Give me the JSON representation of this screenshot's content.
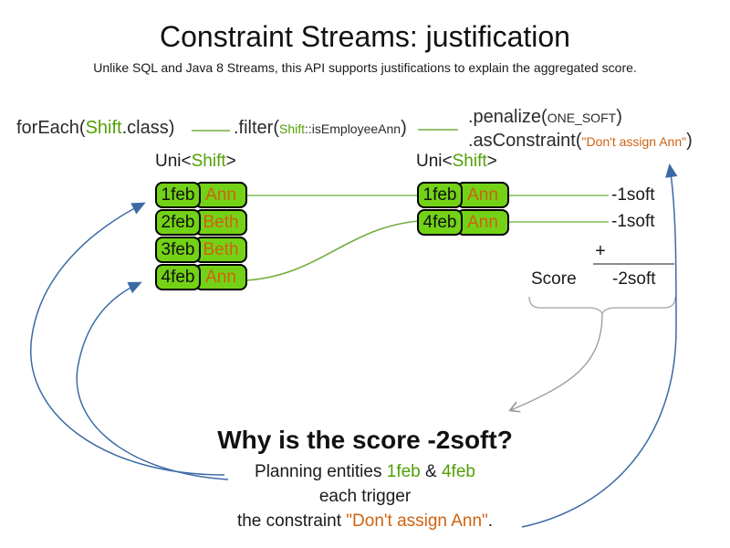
{
  "header": {
    "title": "Constraint Streams: justification",
    "subtitle": "Unlike SQL and Java 8 Streams, this API supports justifications to explain the aggregated score."
  },
  "code": {
    "foreach_prefix": "forEach(",
    "foreach_class": "Shift",
    "foreach_suffix": ".class)",
    "filter_prefix": ".filter(",
    "filter_arg_class": "Shift",
    "filter_arg_rest": "::isEmployeeAnn",
    "filter_suffix": ")",
    "penalize_prefix": ".penalize(",
    "penalize_arg": "ONE_SOFT",
    "penalize_suffix": ")",
    "asconstraint_prefix": ".asConstraint(",
    "asconstraint_arg": "\"Don't assign Ann\"",
    "asconstraint_suffix": ")"
  },
  "left_stream": {
    "label_prefix": "Uni<",
    "label_type": "Shift",
    "label_suffix": ">",
    "rows": [
      {
        "date": "1feb",
        "employee": "Ann"
      },
      {
        "date": "2feb",
        "employee": "Beth"
      },
      {
        "date": "3feb",
        "employee": "Beth"
      },
      {
        "date": "4feb",
        "employee": "Ann"
      }
    ]
  },
  "right_stream": {
    "label_prefix": "Uni<",
    "label_type": "Shift",
    "label_suffix": ">",
    "rows": [
      {
        "date": "1feb",
        "employee": "Ann"
      },
      {
        "date": "4feb",
        "employee": "Ann"
      }
    ],
    "penalties": [
      "-1soft",
      "-1soft"
    ]
  },
  "score": {
    "plus": "+",
    "label": "Score",
    "value": "-2soft"
  },
  "explanation": {
    "heading": "Why is the score -2soft?",
    "line1_prefix": "Planning entities ",
    "line1_entity1": "1feb",
    "line1_amp": " & ",
    "line1_entity2": "4feb",
    "line2": "each trigger",
    "line3_prefix": "the constraint ",
    "line3_constraint": "\"Don't assign Ann\"",
    "line3_suffix": "."
  },
  "colors": {
    "entity_fill_green": "#73d216",
    "code_green": "#52a005",
    "orange": "#cf6212",
    "arrow_blue": "#3a6aa5",
    "neutral_gray": "#999999"
  }
}
